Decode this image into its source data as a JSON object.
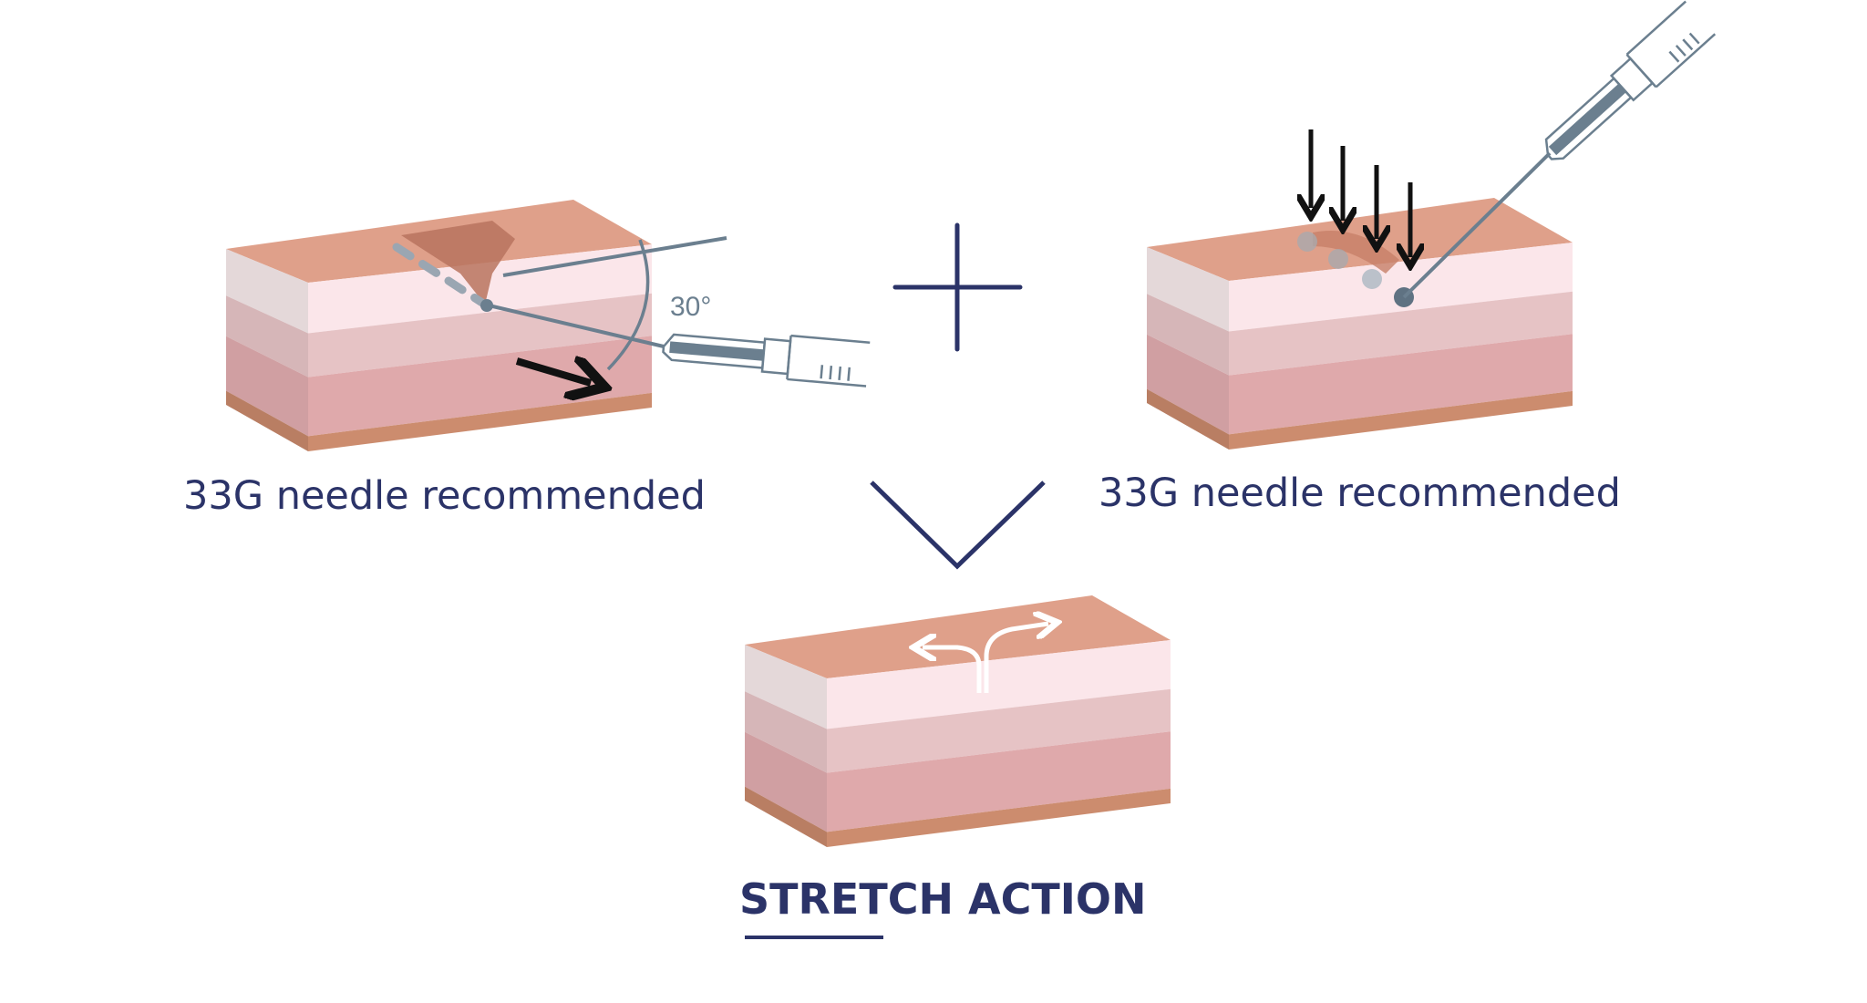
{
  "steps": [
    {
      "caption": "33G needle recommended",
      "angle_label": "30°"
    },
    {
      "caption": "33G needle recommended"
    }
  ],
  "result": {
    "title": "STRETCH ACTION"
  },
  "operators": {
    "plus": "plus-icon",
    "result": "chevron-down-icon"
  },
  "colors": {
    "text": "#2b3368",
    "needle": "#6b7f8f",
    "skin_top": "#dfa08a",
    "layer_white": "#fbe6ea",
    "layer_pale": "#e6c3c5",
    "layer_pink": "#dfa9ab",
    "layer_base": "#cc8c6e"
  }
}
